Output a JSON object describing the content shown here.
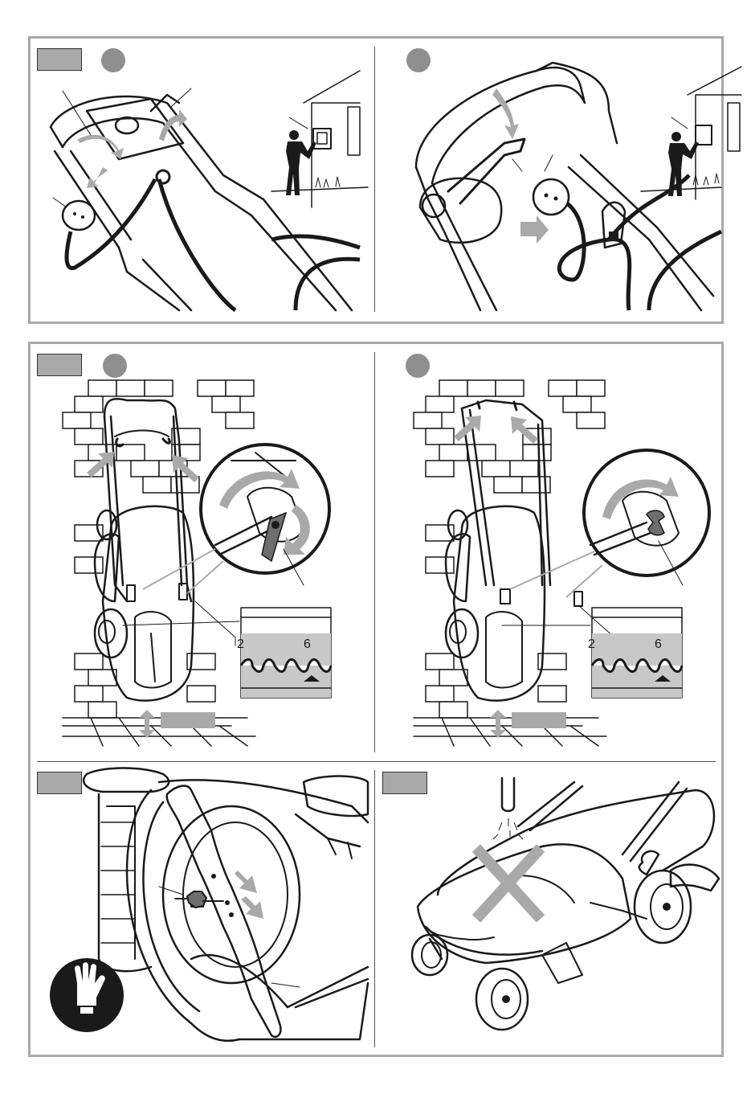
{
  "colors": {
    "frame": "#a9a9a9",
    "ink": "#1a1a1a",
    "tag": "#a9a9a9",
    "dot": "#8f8f8f",
    "glove": "#1a1a1a"
  },
  "panels": [
    {
      "id": "power-connect",
      "steps": [
        "disconnect-cable",
        "connect-extension"
      ]
    },
    {
      "id": "storage",
      "steps": [
        "fold-handle-lever",
        "fold-handle-knob"
      ]
    },
    {
      "id": "blade-maintenance"
    },
    {
      "id": "no-water-cleaning"
    }
  ],
  "height_scale": {
    "labels": [
      "2",
      "6"
    ]
  },
  "icons": [
    "gloves-icon",
    "prohibited-cross-icon",
    "house-icon",
    "person-icon",
    "plug-icon",
    "arrow-icon"
  ]
}
